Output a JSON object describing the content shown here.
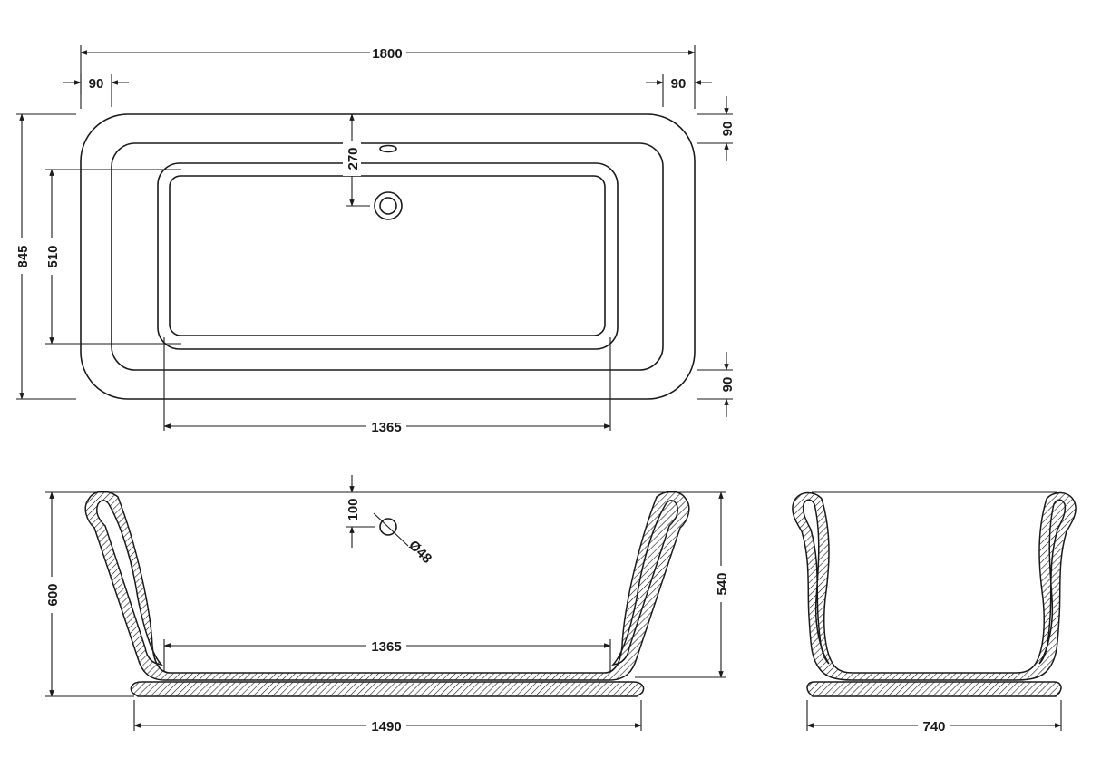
{
  "plan_view": {
    "overall_length": "1800",
    "overall_width": "845",
    "rim_left": "90",
    "rim_right": "90",
    "rim_top": "90",
    "rim_bottom": "90",
    "waste_offset": "270",
    "base_width": "510",
    "base_length": "1365"
  },
  "side_view": {
    "overflow_offset": "100",
    "overflow_diameter": "Ø48",
    "overall_height": "600",
    "internal_depth": "540",
    "base_length": "1365",
    "foot_length": "1490"
  },
  "end_view": {
    "foot_width": "740"
  },
  "colors": {
    "line": "#1a1a1a",
    "background": "#ffffff"
  }
}
